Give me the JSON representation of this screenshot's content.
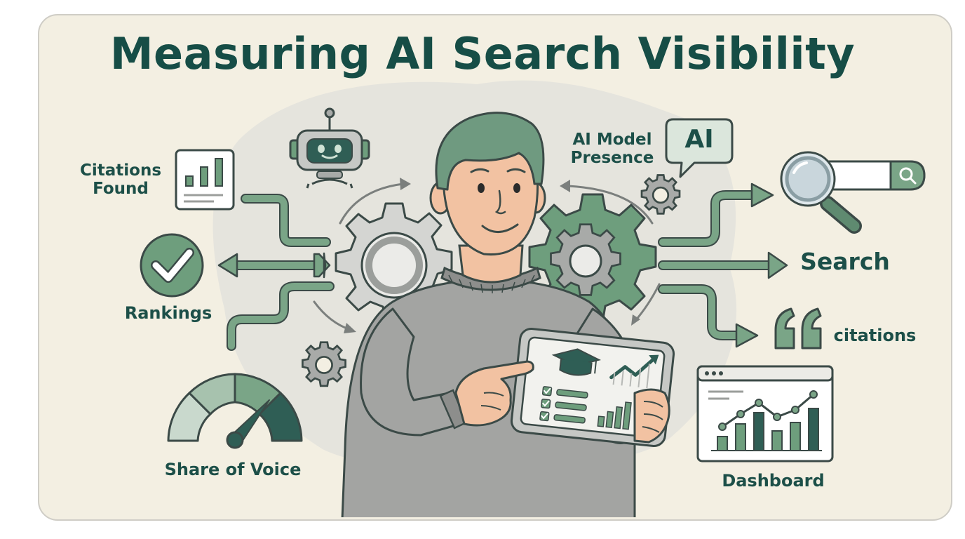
{
  "title": "Measuring AI Search Visibility",
  "labels": {
    "citations_found": "Citations\nFound",
    "ai_model_presence": "AI Model\nPresence",
    "ai_badge": "AI",
    "search": "Search",
    "rankings": "Rankings",
    "citations": "citations",
    "share_of_voice": "Share of Voice",
    "dashboard": "Dashboard"
  },
  "colors": {
    "background": "#f3efe2",
    "title": "#164d46",
    "green": "#6e9e7d",
    "dark_green": "#2d5e53",
    "outline": "#3b4a47",
    "gear_gray": "#a8aaa8",
    "sweater": "#a3a4a2",
    "skin": "#f2c2a2",
    "hair": "#6f9a80"
  },
  "icons": [
    "bar-chart-card-icon",
    "robot-icon",
    "ai-speech-bubble-icon",
    "magnifier-search-bar-icon",
    "checkmark-circle-icon",
    "quote-marks-icon",
    "gauge-icon",
    "dashboard-chart-icon",
    "gear-icon",
    "tablet-icon",
    "graduation-cap-icon"
  ]
}
